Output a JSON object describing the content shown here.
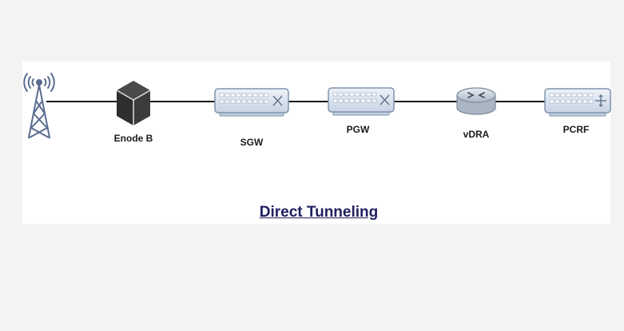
{
  "diagram": {
    "caption": "Direct Tunneling",
    "nodes": [
      {
        "id": "antenna",
        "label": "",
        "icon": "cell-tower-icon"
      },
      {
        "id": "enodeb",
        "label": "Enode B",
        "icon": "cube-icon"
      },
      {
        "id": "sgw",
        "label": "SGW",
        "icon": "network-switch-icon"
      },
      {
        "id": "pgw",
        "label": "PGW",
        "icon": "network-switch-icon"
      },
      {
        "id": "vdra",
        "label": "vDRA",
        "icon": "router-icon"
      },
      {
        "id": "pcrf",
        "label": "PCRF",
        "icon": "network-switch-icon"
      }
    ],
    "links": [
      [
        "antenna",
        "enodeb"
      ],
      [
        "enodeb",
        "sgw"
      ],
      [
        "sgw",
        "pgw"
      ],
      [
        "pgw",
        "vdra"
      ],
      [
        "vdra",
        "pcrf"
      ]
    ],
    "colors": {
      "line": "#1a1a1a",
      "device_fill": "#d6e0ec",
      "device_stroke": "#7f94ad",
      "tower": "#5a6d90",
      "cube": "#3a3a3a",
      "caption": "#1f2060"
    }
  }
}
